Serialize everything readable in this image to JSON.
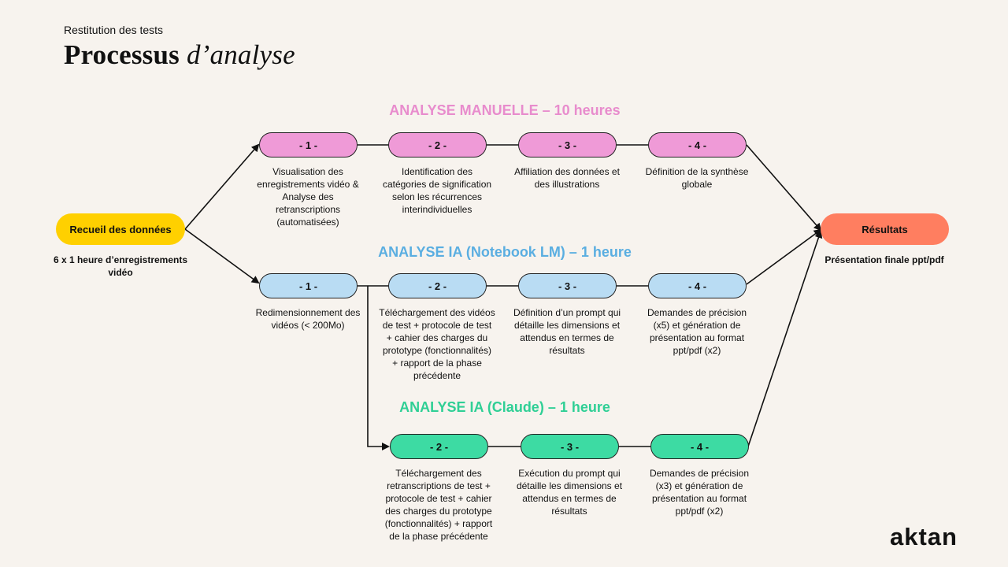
{
  "header": {
    "subtitle": "Restitution des tests",
    "title_main": "Processus",
    "title_italic": "d’analyse"
  },
  "colors": {
    "manual": "#ef9ad7",
    "manual_title": "#e88ccd",
    "notebook": "#b9dcf3",
    "notebook_title": "#5aaee1",
    "claude": "#3ddba3",
    "claude_title": "#2fcf95",
    "start": "#ffd000",
    "end": "#ff7e60"
  },
  "start": {
    "label": "Recueil des données",
    "desc": "6 x 1 heure d’enregistrements vidéo"
  },
  "end": {
    "label": "Résultats",
    "desc": "Présentation finale ppt/pdf"
  },
  "manual": {
    "title": "ANALYSE MANUELLE – 10 heures",
    "steps": [
      {
        "label": "- 1 -",
        "desc": "Visualisation des enregistrements vidéo & Analyse des retranscriptions (automatisées)"
      },
      {
        "label": "- 2 -",
        "desc": "Identification des catégories de signification selon les récurrences interindividuelles"
      },
      {
        "label": "- 3 -",
        "desc": "Affiliation des données et des illustrations"
      },
      {
        "label": "- 4 -",
        "desc": "Définition de la synthèse globale"
      }
    ]
  },
  "notebook": {
    "title": "ANALYSE IA (Notebook LM) – 1 heure",
    "steps": [
      {
        "label": "- 1 -",
        "desc": "Redimensionnement des vidéos (< 200Mo)"
      },
      {
        "label": "- 2 -",
        "desc": "Téléchargement des vidéos de test + protocole de test + cahier des charges du prototype (fonctionnalités) + rapport de la phase précédente"
      },
      {
        "label": "- 3 -",
        "desc": "Définition d’un prompt qui détaille les dimensions et attendus en termes de résultats"
      },
      {
        "label": "- 4 -",
        "desc": "Demandes de précision (x5) et génération de présentation au format ppt/pdf (x2)"
      }
    ]
  },
  "claude": {
    "title": "ANALYSE IA (Claude) – 1 heure",
    "steps": [
      {
        "label": "- 2 -",
        "desc": "Téléchargement des retranscriptions de test + protocole de test + cahier des charges du prototype (fonctionnalités) + rapport de la phase précédente"
      },
      {
        "label": "- 3 -",
        "desc": "Exécution du prompt qui détaille les dimensions et attendus en termes de résultats"
      },
      {
        "label": "- 4 -",
        "desc": "Demandes de précision (x3) et génération de présentation au format ppt/pdf (x2)"
      }
    ]
  },
  "logo": {
    "text": "aktan"
  }
}
